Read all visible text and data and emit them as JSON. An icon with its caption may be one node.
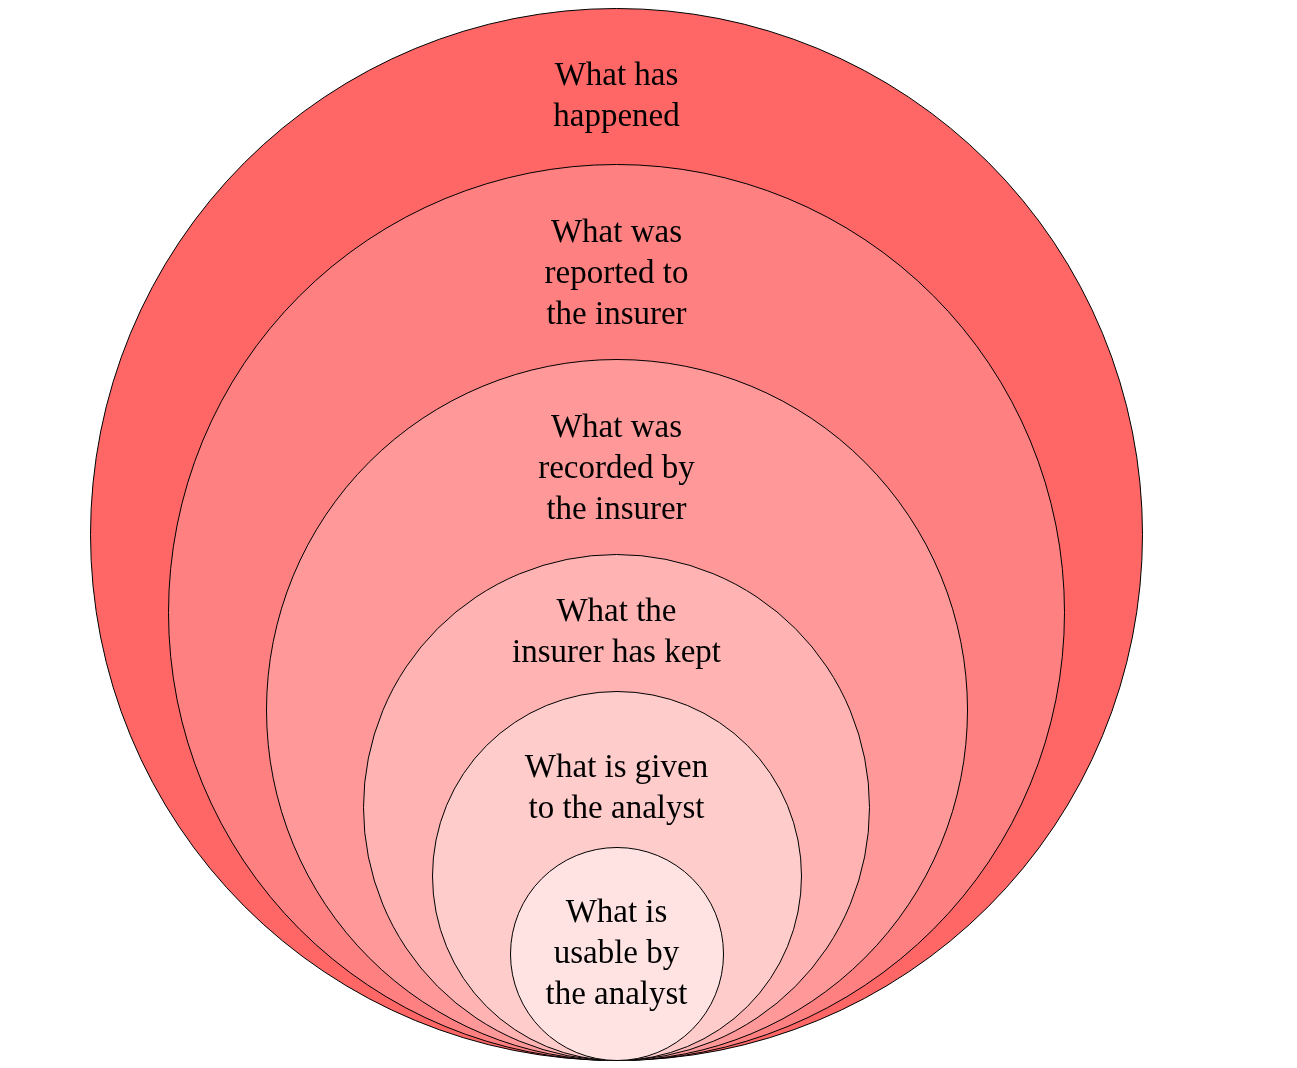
{
  "diagram": {
    "nodes": [
      {
        "text": [
          "What has happened"
        ]
      },
      {
        "text": [
          "What was reported to the insurer"
        ],
        "in": 0
      },
      {
        "text": [
          "What was recorded by the insurer"
        ],
        "in": 1
      },
      {
        "text": [
          "What the insurer has kept"
        ],
        "in": 2
      },
      {
        "text": [
          "What is given to the analyst"
        ],
        "in": 3
      },
      {
        "text": [
          "What is usable by the analyst"
        ],
        "in": 4
      }
    ]
  }
}
